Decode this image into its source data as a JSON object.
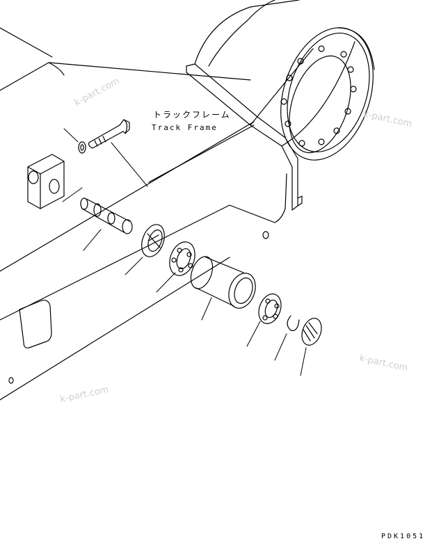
{
  "labels": {
    "track_frame_jp": "トラックフレーム",
    "track_frame_en": "Track Frame",
    "drawing_code": "PDK1051"
  },
  "watermarks": [
    "k-part.com",
    "k-part.com",
    "k-part.com",
    "k-part.com"
  ],
  "colors": {
    "line": "#000000",
    "background": "#ffffff",
    "watermark": "#cfcfcf"
  }
}
